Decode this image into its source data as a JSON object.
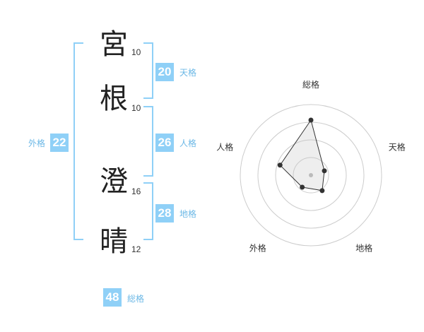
{
  "name": {
    "chars": [
      {
        "char": "宮",
        "strokes": "10"
      },
      {
        "char": "根",
        "strokes": "10"
      },
      {
        "char": "澄",
        "strokes": "16"
      },
      {
        "char": "晴",
        "strokes": "12"
      }
    ]
  },
  "scores": {
    "tenkaku": {
      "value": "20",
      "label": "天格"
    },
    "jinkaku": {
      "value": "26",
      "label": "人格"
    },
    "chikaku": {
      "value": "28",
      "label": "地格"
    },
    "gaikaku": {
      "value": "22",
      "label": "外格"
    },
    "soukaku": {
      "value": "48",
      "label": "総格"
    }
  },
  "colors": {
    "accent": "#8fd0f7",
    "accent_text": "#6cb8e6"
  },
  "chart_data": {
    "type": "radar",
    "axes": [
      "総格",
      "天格",
      "地格",
      "外格",
      "人格"
    ],
    "values": [
      0.78,
      0.2,
      0.27,
      0.21,
      0.46
    ],
    "rings": 4
  }
}
